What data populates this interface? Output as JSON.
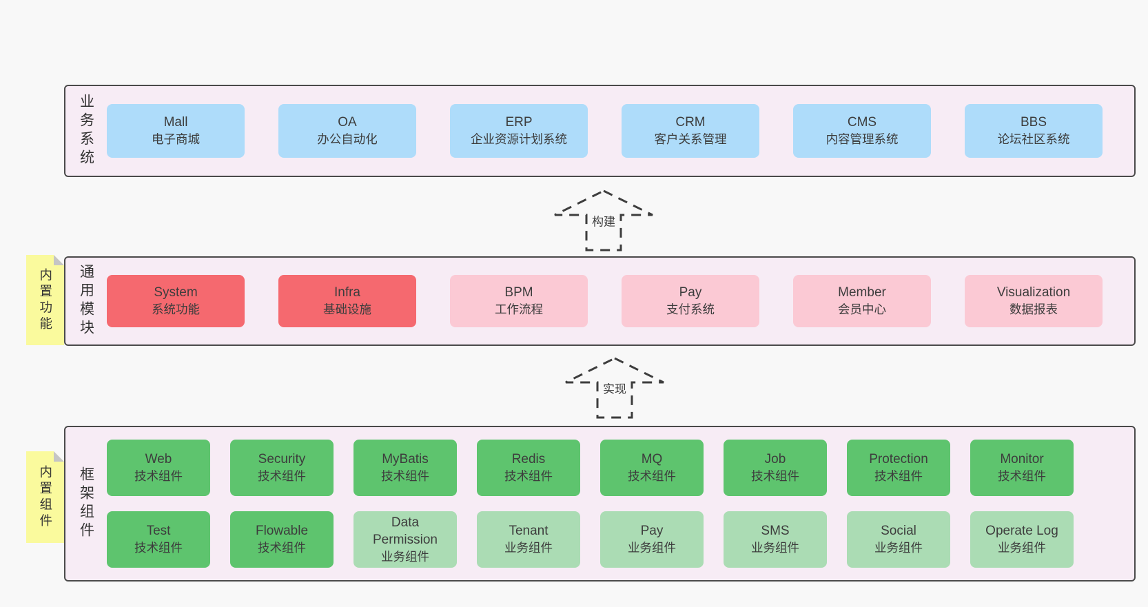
{
  "colors": {
    "pageBg": "#f8f8f8",
    "containerFill": "#f7ecf5",
    "containerBorder": "#4a4a4a",
    "blue": "#aedcfa",
    "red": "#f5696f",
    "pink": "#fbc9d4",
    "green": "#5ec46e",
    "lightGreen": "#abdcb4",
    "yellow": "#fafa9d",
    "fold": "#c5c5c5",
    "text": "#3d3d3d"
  },
  "arrows": [
    {
      "label": "构建"
    },
    {
      "label": "实现"
    }
  ],
  "layers": {
    "business": {
      "label": "业务系统",
      "boxes": [
        {
          "name": "Mall",
          "desc": "电子商城"
        },
        {
          "name": "OA",
          "desc": "办公自动化"
        },
        {
          "name": "ERP",
          "desc": "企业资源计划系统"
        },
        {
          "name": "CRM",
          "desc": "客户关系管理"
        },
        {
          "name": "CMS",
          "desc": "内容管理系统"
        },
        {
          "name": "BBS",
          "desc": "论坛社区系统"
        }
      ]
    },
    "modules": {
      "label": "通用模块",
      "sticky": "内置功能",
      "boxes": [
        {
          "name": "System",
          "desc": "系统功能"
        },
        {
          "name": "Infra",
          "desc": "基础设施"
        },
        {
          "name": "BPM",
          "desc": "工作流程"
        },
        {
          "name": "Pay",
          "desc": "支付系统"
        },
        {
          "name": "Member",
          "desc": "会员中心"
        },
        {
          "name": "Visualization",
          "desc": "数据报表"
        }
      ]
    },
    "components": {
      "label": "框架组件",
      "sticky": "内置组件",
      "row1": [
        {
          "name": "Web",
          "desc": "技术组件"
        },
        {
          "name": "Security",
          "desc": "技术组件"
        },
        {
          "name": "MyBatis",
          "desc": "技术组件"
        },
        {
          "name": "Redis",
          "desc": "技术组件"
        },
        {
          "name": "MQ",
          "desc": "技术组件"
        },
        {
          "name": "Job",
          "desc": "技术组件"
        },
        {
          "name": "Protection",
          "desc": "技术组件"
        },
        {
          "name": "Monitor",
          "desc": "技术组件"
        }
      ],
      "row2": [
        {
          "name": "Test",
          "desc": "技术组件"
        },
        {
          "name": "Flowable",
          "desc": "技术组件"
        },
        {
          "name": "Data Permission",
          "desc": "业务组件"
        },
        {
          "name": "Tenant",
          "desc": "业务组件"
        },
        {
          "name": "Pay",
          "desc": "业务组件"
        },
        {
          "name": "SMS",
          "desc": "业务组件"
        },
        {
          "name": "Social",
          "desc": "业务组件"
        },
        {
          "name": "Operate Log",
          "desc": "业务组件"
        }
      ]
    }
  }
}
